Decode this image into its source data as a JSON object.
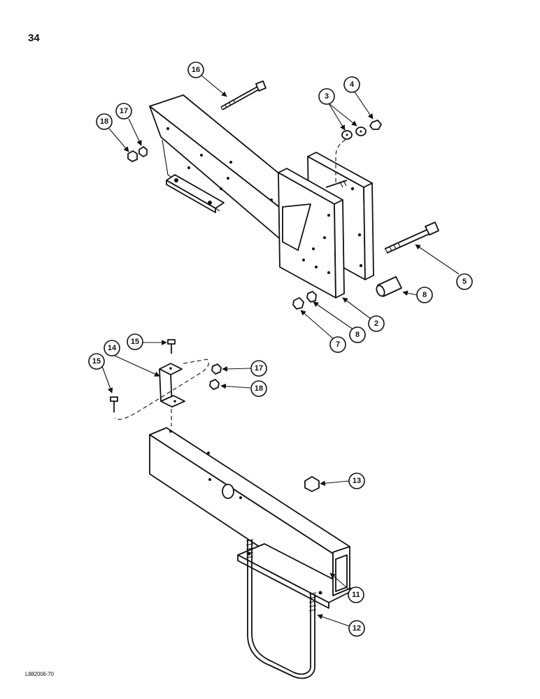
{
  "page_number": "34",
  "footer_code": "L882006-70",
  "callouts": {
    "c16": "16",
    "c4": "4",
    "c3": "3",
    "c18a": "18",
    "c17a": "17",
    "c5": "5",
    "c8a": "8",
    "c2": "2",
    "c8b": "8",
    "c7": "7",
    "c15a": "15",
    "c14": "14",
    "c15b": "15",
    "c17b": "17",
    "c18b": "18",
    "c13": "13",
    "c11": "11",
    "c12": "12"
  }
}
